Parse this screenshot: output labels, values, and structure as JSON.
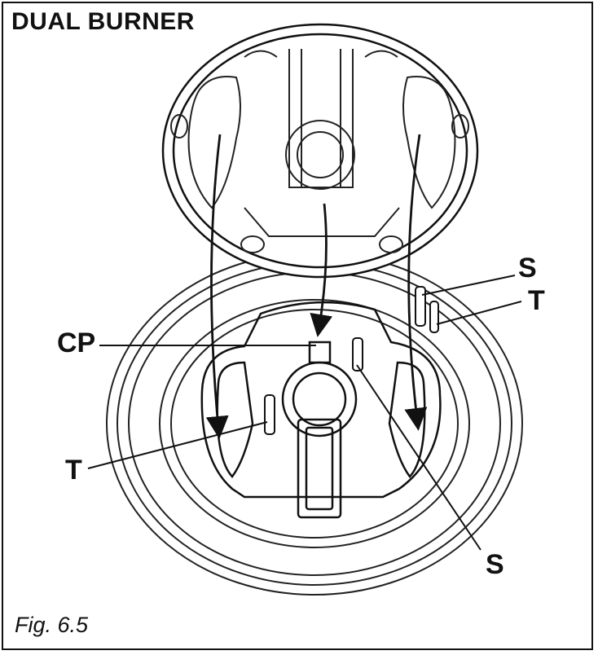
{
  "figure": {
    "title": "DUAL BURNER",
    "caption": "Fig. 6.5"
  },
  "callouts": {
    "cp": "CP",
    "t_left": "T",
    "s_bottom": "S",
    "s_top_right": "S",
    "t_top_right": "T"
  }
}
